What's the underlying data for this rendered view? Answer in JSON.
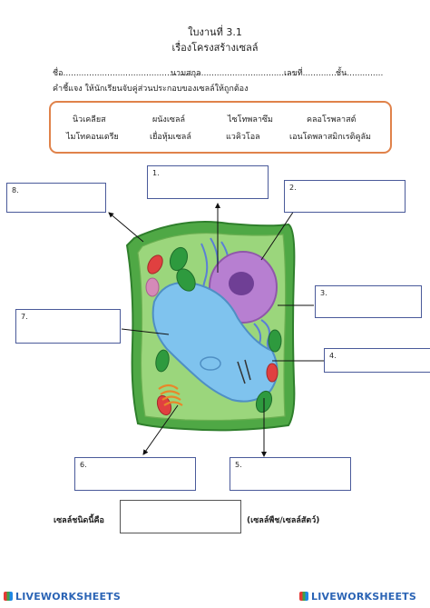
{
  "header": {
    "title": "ใบงานที่ 3.1",
    "subtitle": "เรื่องโครงสร้างเซลล์"
  },
  "student_info": {
    "name_label": "ชื่อ.....................................................",
    "surname_label": "นามสกุล.....................................",
    "number_label": "เลขที่..............",
    "class_label": "ชั้น.............."
  },
  "instructions": "คำชี้แจง ให้นักเรียนจับคู่ส่วนประกอบของเซลล์ให้ถูกต้อง",
  "word_bank": {
    "row1": [
      "นิวเคลียส",
      "ผนังเซลล์",
      "ไซโทพลาซึม",
      "คลอโรพลาสต์"
    ],
    "row2": [
      "ไมโทคอนเดรีย",
      "เยื่อหุ้มเซลล์",
      "แวคิวโอล",
      "เอนโดพลาสมิกเรติคูลัม"
    ]
  },
  "labels": [
    "1.",
    "2.",
    "3.",
    "4.",
    "5.",
    "6.",
    "7.",
    "8."
  ],
  "question": {
    "prompt": "เซลล์ชนิดนี้คือ",
    "options": "(เซลล์พืช/เซลล์สัตว์)"
  },
  "footer": {
    "left_logo": "LIVEWORKSHEETS",
    "right_logo": "LIVEWORKSHEETS"
  },
  "colors": {
    "wordbox_border": "#e0824a",
    "cell_wall": "#4fa845",
    "cytoplasm": "#9bd67c",
    "vacuole": "#7fc3ee",
    "nucleus": "#b77fd1",
    "brand": "#2b64b5"
  }
}
